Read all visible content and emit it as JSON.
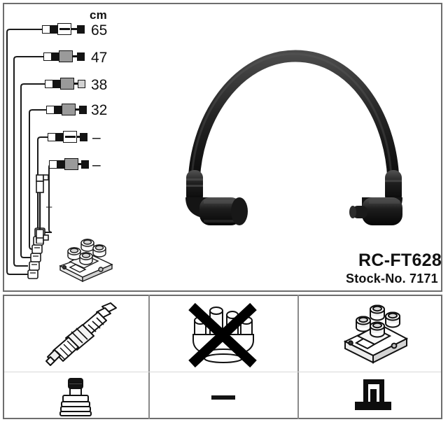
{
  "product": {
    "title": "RC-FT628",
    "stock_label": "Stock-No. 7171"
  },
  "length_table": {
    "unit_header": "cm",
    "rows": [
      {
        "index": 1,
        "value": "65"
      },
      {
        "index": 2,
        "value": "47"
      },
      {
        "index": 3,
        "value": "38"
      },
      {
        "index": 4,
        "value": "32"
      },
      {
        "index": 5,
        "value": "–"
      },
      {
        "index": 6,
        "value": "–"
      }
    ],
    "extra_lead_value": "–"
  },
  "main_image": {
    "name": "ignition-cable-photo",
    "description": "black ignition lead with right angle boots"
  },
  "schematic": {
    "coil_pack_label": "coil-pack",
    "bundle_lead_count": 6
  },
  "bottom_panels": [
    {
      "id": "panel-spark-plug",
      "top_icon": "spark-plug-icon",
      "bottom_icon": "plug-boot-icon",
      "crossed_out": false
    },
    {
      "id": "panel-distributor-cap",
      "top_icon": "distributor-cap-icon",
      "bottom_icon": "dash-icon",
      "bottom_value": "–",
      "crossed_out": true
    },
    {
      "id": "panel-ignition-coil",
      "top_icon": "ignition-coil-icon",
      "bottom_icon": "coil-terminal-icon",
      "crossed_out": false
    }
  ],
  "colors": {
    "frame": "#6d6d6d",
    "line": "#1b1b1b",
    "text": "#111111",
    "cable": "#262626"
  }
}
